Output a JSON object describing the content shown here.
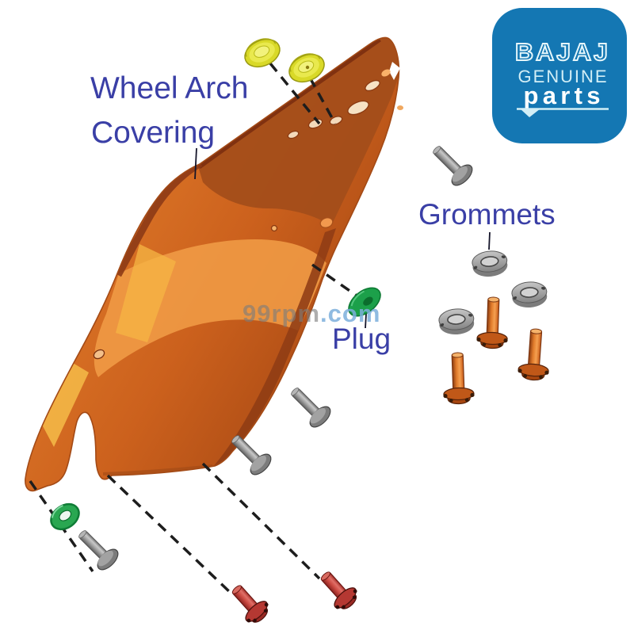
{
  "diagram": {
    "labels": {
      "part_title_line1": "Wheel Arch",
      "part_title_line2": "Covering",
      "grommets": "Grommets",
      "plug": "Plug"
    },
    "watermark": {
      "name": "99rpm",
      "tld": ".com"
    },
    "parts": [
      {
        "name": "wheel-arch-covering",
        "count": 1,
        "color": "#d96f28"
      },
      {
        "name": "yellow-grommet",
        "count": 2,
        "color": "#e0e02c"
      },
      {
        "name": "gray-grommet",
        "count": 3,
        "color": "#9a9a9a"
      },
      {
        "name": "green-plug",
        "count": 1,
        "color": "#1fa24c"
      },
      {
        "name": "green-ring-grommet",
        "count": 1,
        "color": "#2aa850"
      },
      {
        "name": "copper-bolt",
        "count": 3,
        "color": "#d2691e"
      },
      {
        "name": "red-bolt",
        "count": 2,
        "color": "#c4403a"
      },
      {
        "name": "gray-screw",
        "count": 4,
        "color": "#8a8a8a"
      }
    ],
    "colors": {
      "label_blue": "#3a3fa6",
      "dash_black": "#1d1d1d"
    }
  },
  "logo": {
    "brand": "BAJAJ",
    "line1": "GENUINE",
    "line2": "parts",
    "bg_color": "#1477b3",
    "text_color": "#d2eef6"
  }
}
